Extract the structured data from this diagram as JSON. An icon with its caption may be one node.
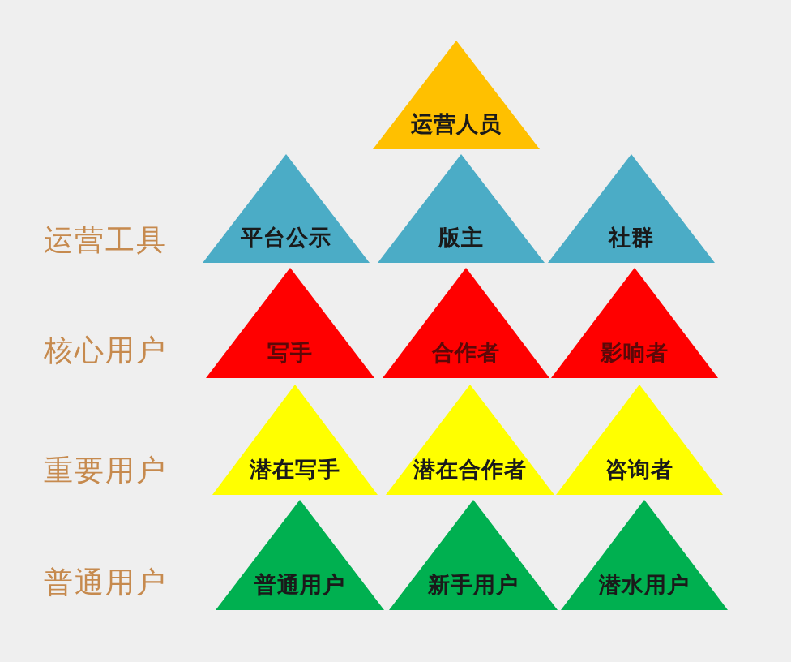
{
  "diagram": {
    "nodes": [
      {
        "text": [
          "运营人员"
        ]
      },
      {
        "text": [
          "平台公示"
        ]
      },
      {
        "text": [
          "版主"
        ]
      },
      {
        "text": [
          "社群"
        ]
      },
      {
        "text": [
          "写手"
        ]
      },
      {
        "text": [
          "合作者"
        ]
      },
      {
        "text": [
          "影响者"
        ]
      },
      {
        "text": [
          "潜在写手"
        ]
      },
      {
        "text": [
          "潜在合作者"
        ]
      },
      {
        "text": [
          "咨询者"
        ]
      },
      {
        "text": [
          "普通用户"
        ]
      },
      {
        "text": [
          "新手用户"
        ]
      },
      {
        "text": [
          "潜水用户"
        ]
      }
    ],
    "labels": [
      "运营工具",
      "核心用户",
      "重要用户",
      "普通用户"
    ]
  }
}
